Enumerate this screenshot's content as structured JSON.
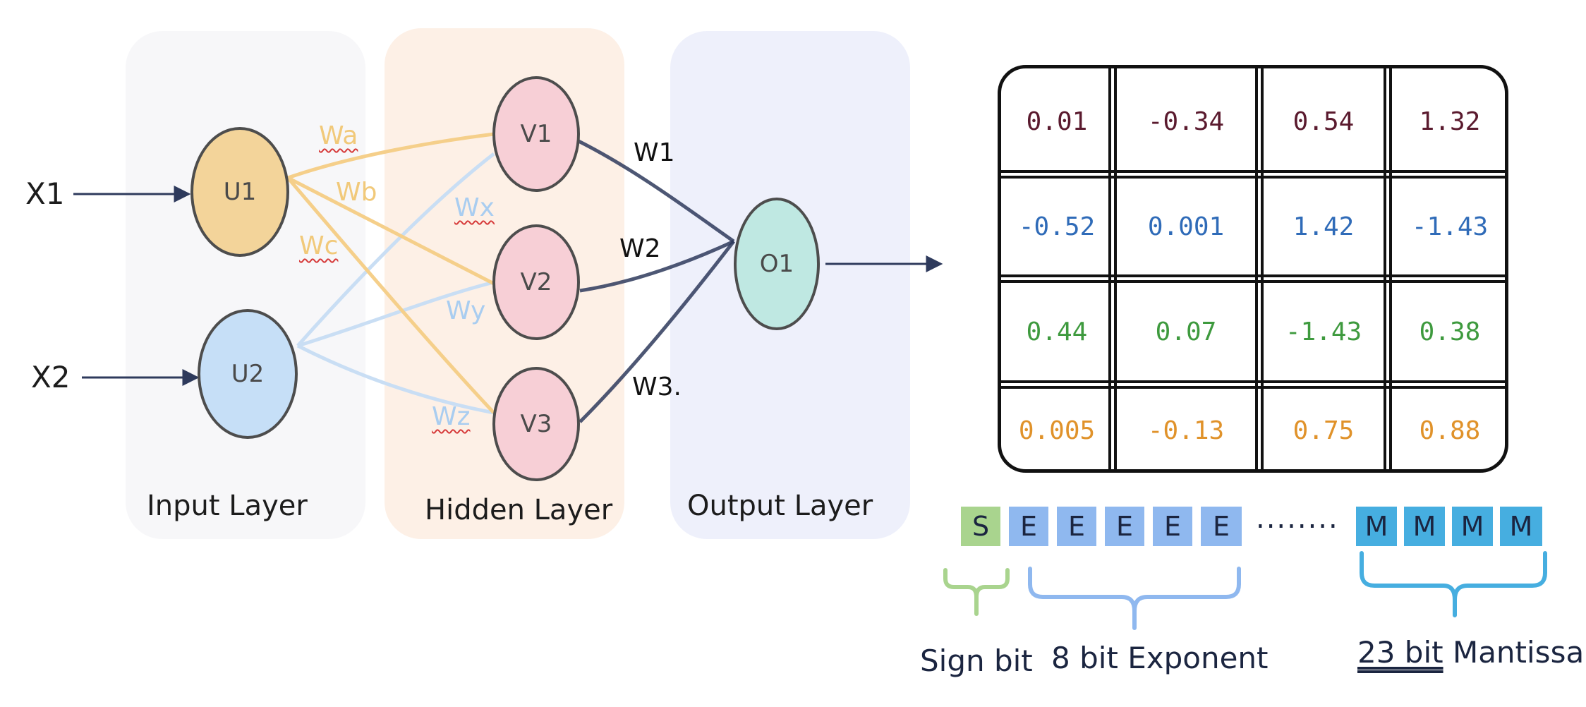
{
  "network": {
    "panels": {
      "input_label": "Input Layer",
      "hidden_label": "Hidden Layer",
      "output_label": "Output Layer"
    },
    "inputs": {
      "x1": "X1",
      "x2": "X2"
    },
    "nodes": {
      "u1": "U1",
      "u2": "U2",
      "v1": "V1",
      "v2": "V2",
      "v3": "V3",
      "o1": "O1"
    },
    "weights": {
      "wa": "Wa",
      "wb": "Wb",
      "wc": "Wc",
      "wx": "Wx",
      "wy": "Wy",
      "wz": "Wz",
      "w1": "W1",
      "w2": "W2",
      "w3": "W3."
    },
    "colors": {
      "input_panel": "#f7f7f9",
      "hidden_panel": "#fdf0e6",
      "output_panel": "#eef0fb",
      "u1_fill": "#f3d49a",
      "u2_fill": "#c6dff7",
      "v_fill": "#f7cfd6",
      "o1_fill": "#bfe8e2",
      "orange_edge": "#f5cf8a",
      "blue_edge": "#c9def4",
      "dark_edge": "#2e3a5c"
    }
  },
  "matrix": {
    "rows": [
      {
        "color": "#5a1a2e",
        "cells": [
          "0.01",
          "-0.34",
          "0.54",
          "1.32"
        ]
      },
      {
        "color": "#2f6bb8",
        "cells": [
          "-0.52",
          "0.001",
          "1.42",
          "-1.43"
        ]
      },
      {
        "color": "#3e9a3e",
        "cells": [
          "0.44",
          "0.07",
          "-1.43",
          "0.38"
        ]
      },
      {
        "color": "#e0922a",
        "cells": [
          "0.005",
          "-0.13",
          "0.75",
          "0.88"
        ]
      }
    ]
  },
  "bits": {
    "sign": "S",
    "exponent": [
      "E",
      "E",
      "E",
      "E",
      "E"
    ],
    "ellipsis": "........",
    "mantissa": [
      "M",
      "M",
      "M",
      "M"
    ],
    "sign_color": "#a9d48e",
    "exponent_color": "#8fb8ef",
    "mantissa_color": "#46aee0",
    "labels": {
      "sign_bit": "Sign bit",
      "exponent": "8 bit Exponent",
      "mantissa_count": "23 bit",
      "mantissa_word": "Mantissa"
    }
  }
}
